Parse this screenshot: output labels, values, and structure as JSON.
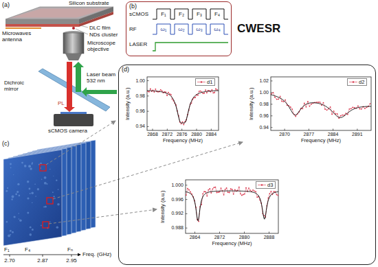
{
  "diagram": {
    "nodes": [
      {
        "text": [
          "(b)"
        ]
      },
      {
        "text": [
          "(d)"
        ]
      }
    ],
    "labels": [
      "(a)",
      "Silicon substrate",
      "DLC film",
      "NDs cluster",
      "Microwaves antenna",
      "Microscope objective",
      "Laser beam 532 nm",
      "Dichroic mirror",
      "PL",
      "sCMOS camera",
      "sCMOS",
      "RF",
      "LASER",
      "F₁",
      "F₂",
      "F₃",
      "F₄",
      "ω₁",
      "ω₂",
      "ω₃",
      "ω₄",
      "CWESR",
      "(c)",
      "F₁",
      "F₄",
      "Fₙ",
      "2.70",
      "2.87",
      "2.95",
      "Freq. (GHz)",
      "1.00",
      "0.98",
      "0.96",
      "0.94",
      "2868",
      "2872",
      "2876",
      "2880",
      "2884",
      "Intensity (a.u.)",
      "Frequency (MHz)",
      "1.02",
      "1.00",
      "0.98",
      "0.96",
      "0.94",
      "2870",
      "2877",
      "2884",
      "2891",
      "Intensity (a.u.)",
      "Frequency (MHz)",
      "1.000",
      "0.996",
      "0.992",
      "0.988",
      "2864",
      "2872",
      "2880",
      "2888",
      "Intensity (a.u.)",
      "Frequency (MHz)"
    ],
    "legend": [
      {
        "text": "d1"
      },
      {
        "text": "d2"
      },
      {
        "text": "d3"
      }
    ]
  }
}
